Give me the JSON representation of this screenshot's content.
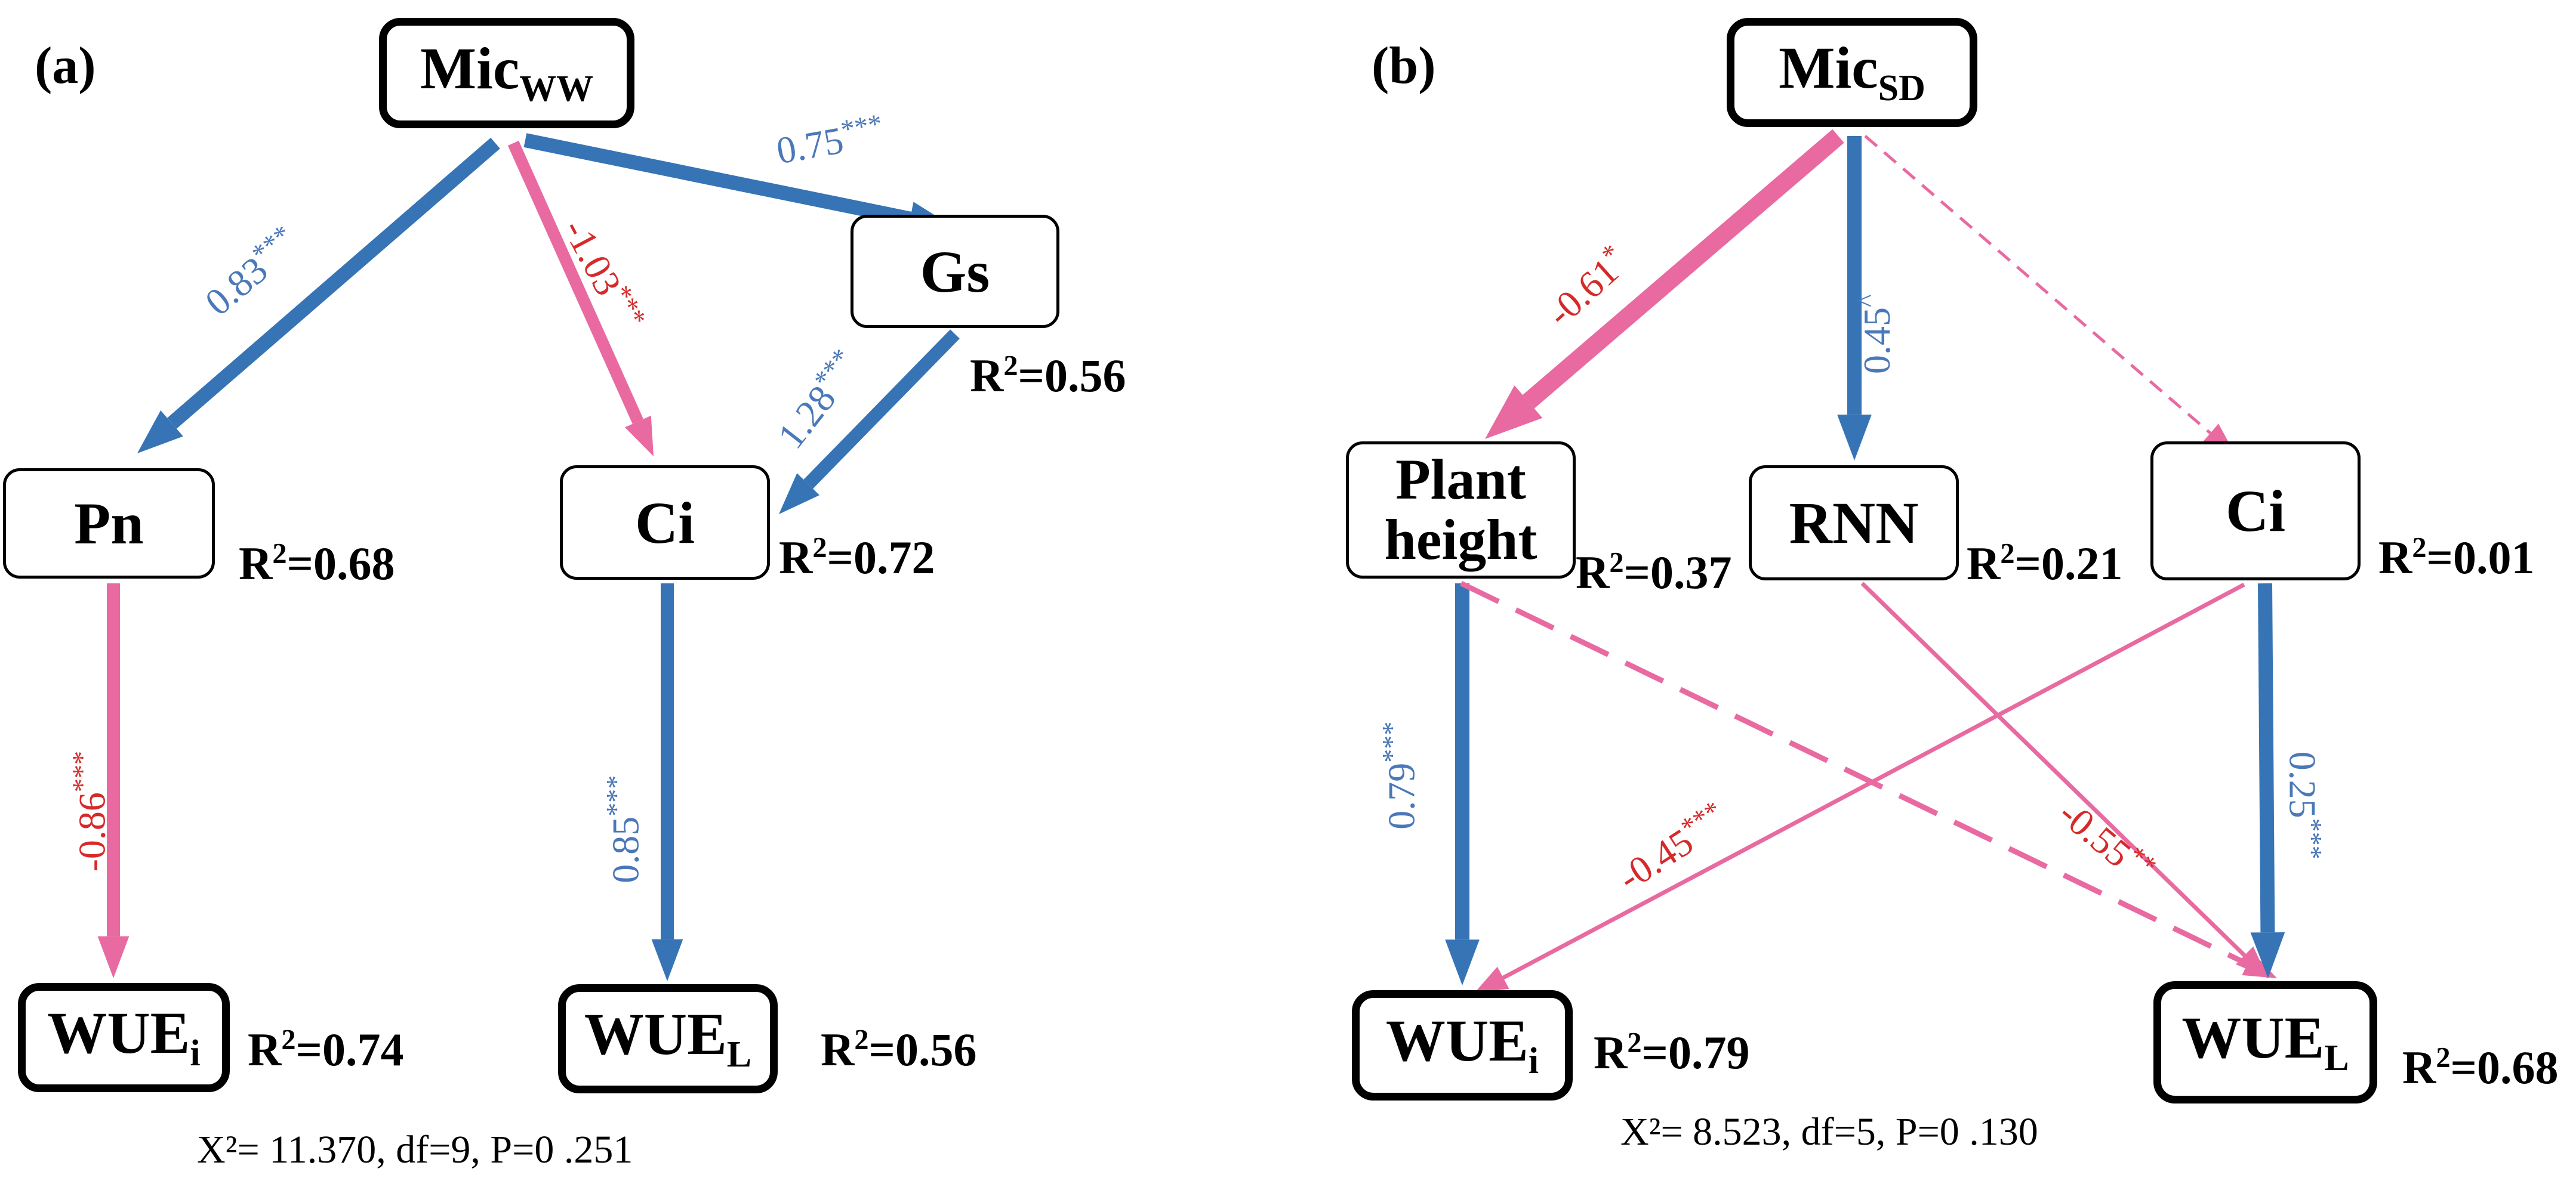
{
  "colors": {
    "positive": "#3674b5",
    "negative": "#e86aa1",
    "negative_text": "#d62a2a",
    "positive_text": "#4a78b8"
  },
  "panels": [
    {
      "label": "(a)",
      "nodes": [
        {
          "id": "mic_ww",
          "text": "Mic",
          "sub": "WW",
          "r2": ""
        },
        {
          "id": "gs",
          "text": "Gs",
          "sub": "",
          "r2": "0.56"
        },
        {
          "id": "pn",
          "text": "Pn",
          "sub": "",
          "r2": "0.68"
        },
        {
          "id": "ci_a",
          "text": "Ci",
          "sub": "",
          "r2": "0.72"
        },
        {
          "id": "wuei_a",
          "text": "WUE",
          "sub": "i",
          "r2": "0.74"
        },
        {
          "id": "wuel_a",
          "text": "WUE",
          "sub": "L",
          "r2": "0.56"
        }
      ],
      "paths": [
        {
          "from": "mic_ww",
          "to": "pn",
          "coef": "0.83",
          "sig": "***",
          "sign": "positive",
          "style": "solid"
        },
        {
          "from": "mic_ww",
          "to": "ci_a",
          "coef": "-1.03",
          "sig": "***",
          "sign": "negative",
          "style": "solid"
        },
        {
          "from": "mic_ww",
          "to": "gs",
          "coef": "0.75",
          "sig": "***",
          "sign": "positive",
          "style": "solid"
        },
        {
          "from": "gs",
          "to": "ci_a",
          "coef": "1.28",
          "sig": "***",
          "sign": "positive",
          "style": "solid"
        },
        {
          "from": "pn",
          "to": "wuei_a",
          "coef": "-0.86",
          "sig": "***",
          "sign": "negative",
          "style": "solid"
        },
        {
          "from": "ci_a",
          "to": "wuel_a",
          "coef": "0.85",
          "sig": "***",
          "sign": "positive",
          "style": "solid"
        }
      ],
      "fit": "X²= 11.370,  df=9, P=0 .251"
    },
    {
      "label": "(b)",
      "nodes": [
        {
          "id": "mic_sd",
          "text": "Mic",
          "sub": "SD",
          "r2": ""
        },
        {
          "id": "plant_height",
          "text": "Plant\nheight",
          "sub": "",
          "r2": "0.37"
        },
        {
          "id": "rnn",
          "text": "RNN",
          "sub": "",
          "r2": "0.21"
        },
        {
          "id": "ci_b",
          "text": "Ci",
          "sub": "",
          "r2": "0.01"
        },
        {
          "id": "wuei_b",
          "text": "WUE",
          "sub": "i",
          "r2": "0.79"
        },
        {
          "id": "wuel_b",
          "text": "WUE",
          "sub": "L",
          "r2": "0.68"
        }
      ],
      "paths": [
        {
          "from": "mic_sd",
          "to": "plant_height",
          "coef": "-0.61",
          "sig": "*",
          "sign": "negative",
          "style": "solid"
        },
        {
          "from": "mic_sd",
          "to": "rnn",
          "coef": "0.45",
          "sig": "^",
          "sign": "positive",
          "style": "solid"
        },
        {
          "from": "mic_sd",
          "to": "ci_b",
          "coef": "",
          "sig": "",
          "sign": "negative",
          "style": "dashed"
        },
        {
          "from": "plant_height",
          "to": "wuei_b",
          "coef": "0.79",
          "sig": "***",
          "sign": "positive",
          "style": "solid"
        },
        {
          "from": "plant_height",
          "to": "wuel_b",
          "coef": "",
          "sig": "",
          "sign": "negative",
          "style": "dashed"
        },
        {
          "from": "rnn",
          "to": "wuel_b",
          "coef": "-0.55",
          "sig": "**",
          "sign": "negative",
          "style": "solid"
        },
        {
          "from": "ci_b",
          "to": "wuei_b",
          "coef": "-0.45",
          "sig": "***",
          "sign": "negative",
          "style": "solid"
        },
        {
          "from": "ci_b",
          "to": "wuel_b",
          "coef": "0.25",
          "sig": "***",
          "sign": "positive",
          "style": "solid"
        }
      ],
      "fit": "X²= 8.523,  df=5, P=0 .130"
    }
  ]
}
